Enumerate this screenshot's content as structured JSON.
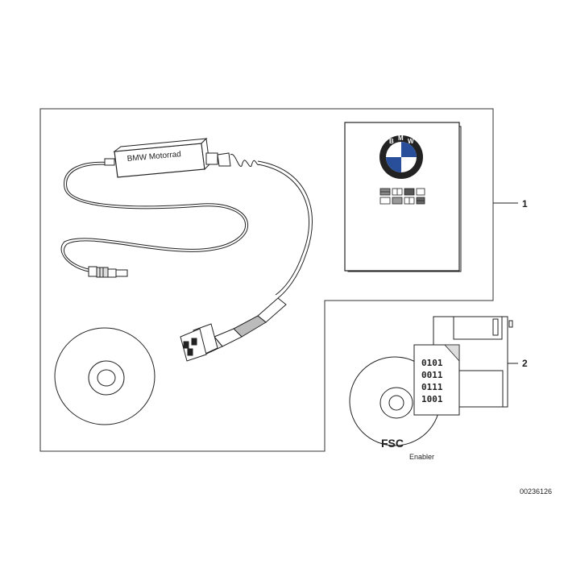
{
  "callouts": [
    "1",
    "2"
  ],
  "cable": {
    "module_label": "BMW Motorrad"
  },
  "manual": {
    "logo_letters": [
      "B",
      "M",
      "W"
    ]
  },
  "card": {
    "binary_lines": [
      "0101",
      "0011",
      "0111",
      "1001"
    ]
  },
  "fsc": {
    "title": "FSC",
    "subtitle": "Enabler"
  },
  "diagram_number": "00236126",
  "colors": {
    "line": "#222222",
    "paper": "#ffffff",
    "logo_blue": "#2a4f9a"
  }
}
